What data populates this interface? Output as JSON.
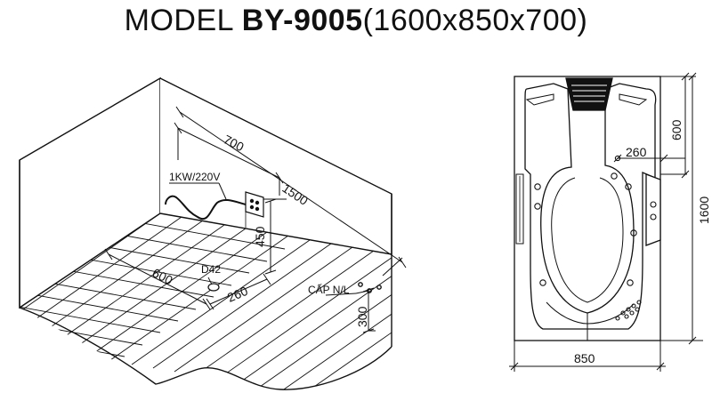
{
  "title": {
    "prefix": "MODEL",
    "model": "BY-9005",
    "size": "(1600x850x700)"
  },
  "room_view": {
    "dims": {
      "d700": "700",
      "d1500": "1500",
      "d450": "450",
      "d600": "600",
      "d260": "260",
      "d300": "300"
    },
    "labels": {
      "heater": "1KW/220V",
      "drain": "D42",
      "supply": "CẤP N/L"
    }
  },
  "plan_view": {
    "dims": {
      "d600": "600",
      "d260": "260",
      "d1600": "1600",
      "d850": "850"
    }
  }
}
